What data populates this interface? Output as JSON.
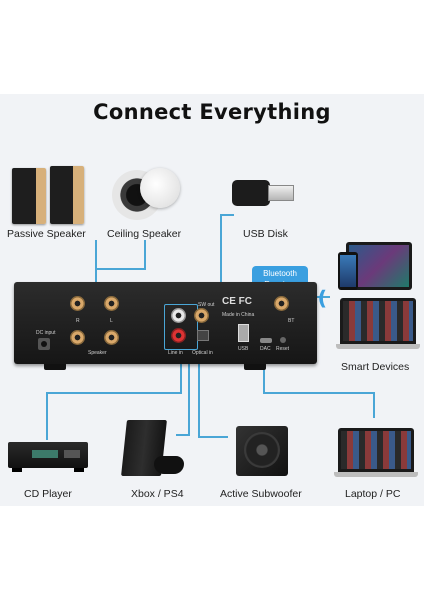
{
  "title": "Connect Everything",
  "badge": "Bluetooth Receiver",
  "labels": {
    "passive_speaker": "Passive Speaker",
    "ceiling_speaker": "Ceiling Speaker",
    "usb_disk": "USB Disk",
    "smart_devices": "Smart Devices",
    "cd_player": "CD Player",
    "xbox_ps4": "Xbox / PS4",
    "active_subwoofer": "Active Subwoofer",
    "laptop_pc": "Laptop / PC"
  },
  "panel_text": {
    "dc_input": "DC input",
    "speaker": "Speaker",
    "r": "R",
    "l": "L",
    "sw_out": "SW out",
    "line_in": "Line in",
    "optical_in": "Optical in",
    "made_in_china": "Made in China",
    "usb": "USB",
    "dac": "DAC",
    "reset": "Reset",
    "bt": "BT",
    "ce_fcc": "CE FC"
  },
  "colors": {
    "connector_line": "#4aa6d6",
    "badge": "#3a9fe0",
    "panel_bg": "#f1f3f6",
    "device": "#1b1b1b",
    "gold": "#d9a86a"
  }
}
